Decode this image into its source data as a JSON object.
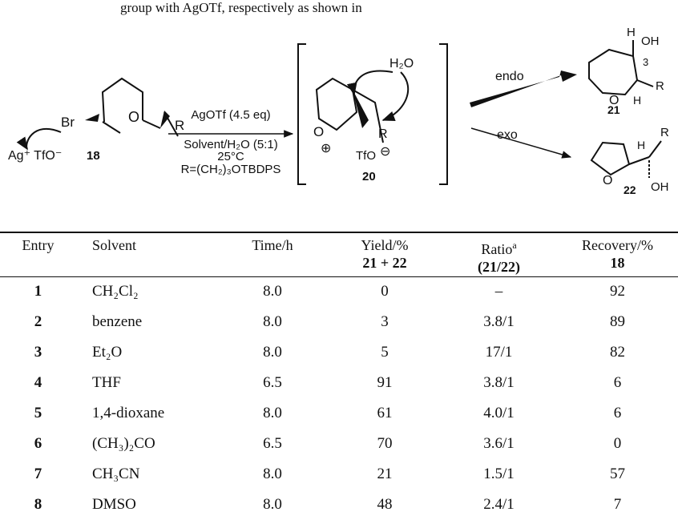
{
  "caption_fragment": "group with AgOTf, respectively as shown in",
  "scheme": {
    "reagent_line1": "AgOTf (4.5 eq)",
    "reagent_line2": "Solvent/H₂O (5:1)",
    "reagent_line3": "25°C",
    "reagent_line4": "R=(CH₂)₃OTBDPS",
    "start_label": "18",
    "intermediate_label": "20",
    "endo_label": "endo",
    "exo_label": "exo",
    "product_endo_label": "21",
    "product_exo_label": "22",
    "ag_text": "Ag⁺ TfO⁻",
    "br_text": "Br",
    "water_text": "H₂O",
    "tfo_text": "TfO",
    "oh_text": "OH",
    "h_text": "H",
    "r_text": "R",
    "o_text": "O",
    "c3_text": "3"
  },
  "table": {
    "headers": {
      "entry": "Entry",
      "solvent": "Solvent",
      "time": "Time/h",
      "yield": "Yield/%",
      "yield_sub": "21 + 22",
      "ratio": "Ratio",
      "ratio_sup": "a",
      "ratio_sub": "(21/22)",
      "recovery": "Recovery/%",
      "recovery_sub": "18"
    },
    "rows": [
      {
        "entry": "1",
        "solvent": "CH₂Cl₂",
        "time": "8.0",
        "yield": "0",
        "ratio": "–",
        "recovery": "92"
      },
      {
        "entry": "2",
        "solvent": "benzene",
        "time": "8.0",
        "yield": "3",
        "ratio": "3.8/1",
        "recovery": "89"
      },
      {
        "entry": "3",
        "solvent": "Et₂O",
        "time": "8.0",
        "yield": "5",
        "ratio": "17/1",
        "recovery": "82"
      },
      {
        "entry": "4",
        "solvent": "THF",
        "time": "6.5",
        "yield": "91",
        "ratio": "3.8/1",
        "recovery": "6"
      },
      {
        "entry": "5",
        "solvent": "1,4-dioxane",
        "time": "8.0",
        "yield": "61",
        "ratio": "4.0/1",
        "recovery": "6"
      },
      {
        "entry": "6",
        "solvent": "(CH₃)₂CO",
        "time": "6.5",
        "yield": "70",
        "ratio": "3.6/1",
        "recovery": "0"
      },
      {
        "entry": "7",
        "solvent": "CH₃CN",
        "time": "8.0",
        "yield": "21",
        "ratio": "1.5/1",
        "recovery": "57"
      },
      {
        "entry": "8",
        "solvent": "DMSO",
        "time": "8.0",
        "yield": "48",
        "ratio": "2.4/1",
        "recovery": "7"
      }
    ]
  }
}
